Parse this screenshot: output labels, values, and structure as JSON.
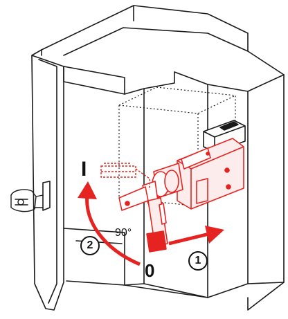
{
  "labels": {
    "position_on": "I",
    "position_off": "0",
    "angle": "90°",
    "step_1": "1",
    "step_2": "2"
  },
  "colors": {
    "accent_red": "#e52421",
    "line": "#1a1a1a",
    "background": "#ffffff"
  },
  "icons": {
    "pull_arrow": "arrow-right",
    "rotate_arrow": "curved-arrow-up"
  }
}
